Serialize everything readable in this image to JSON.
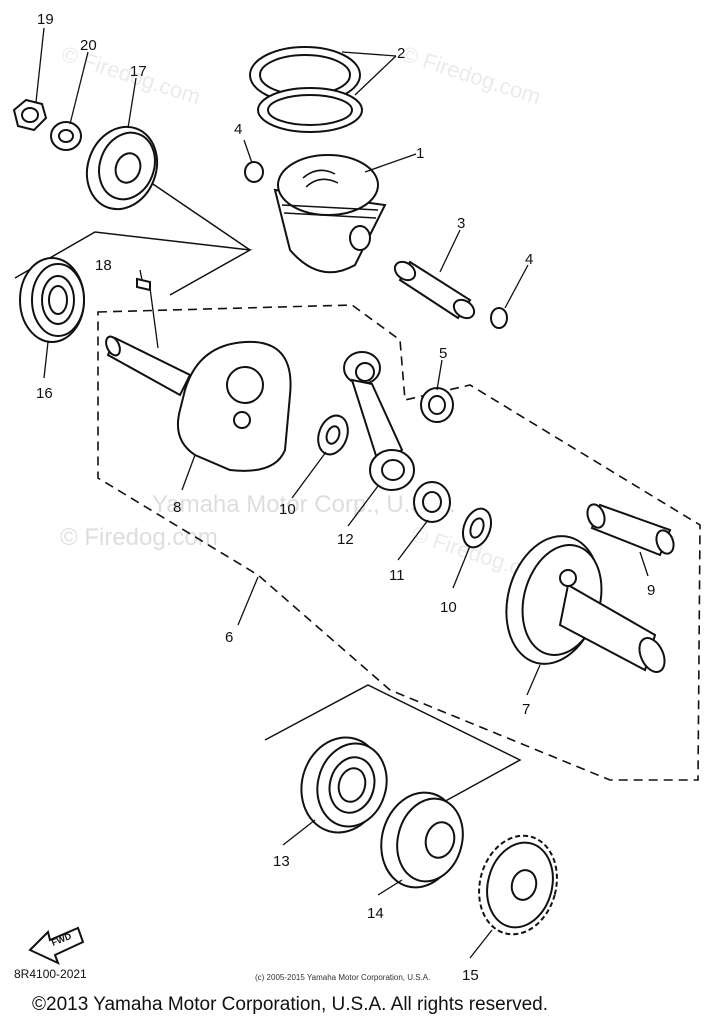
{
  "parts": [
    {
      "id": "p1",
      "label": "1"
    },
    {
      "id": "p2",
      "label": "2"
    },
    {
      "id": "p3",
      "label": "3"
    },
    {
      "id": "p4a",
      "label": "4"
    },
    {
      "id": "p4b",
      "label": "4"
    },
    {
      "id": "p5",
      "label": "5"
    },
    {
      "id": "p6",
      "label": "6"
    },
    {
      "id": "p7",
      "label": "7"
    },
    {
      "id": "p8",
      "label": "8"
    },
    {
      "id": "p9",
      "label": "9"
    },
    {
      "id": "p10a",
      "label": "10"
    },
    {
      "id": "p10b",
      "label": "10"
    },
    {
      "id": "p11",
      "label": "11"
    },
    {
      "id": "p12",
      "label": "12"
    },
    {
      "id": "p13",
      "label": "13"
    },
    {
      "id": "p14",
      "label": "14"
    },
    {
      "id": "p15",
      "label": "15"
    },
    {
      "id": "p16",
      "label": "16"
    },
    {
      "id": "p17",
      "label": "17"
    },
    {
      "id": "p18",
      "label": "18"
    },
    {
      "id": "p19",
      "label": "19"
    },
    {
      "id": "p20",
      "label": "20"
    }
  ],
  "watermarks": {
    "firedog": "© Firedog.com",
    "yamaha": "Yamaha Motor Corp., U.S.A."
  },
  "diagram_code": "8R4100-2021",
  "fwd_label": "FWD",
  "small_copyright": "(c) 2005-2015 Yamaha Motor Corporation, U.S.A.",
  "footer_copyright": "©2013 Yamaha Motor Corporation, U.S.A. All rights reserved."
}
